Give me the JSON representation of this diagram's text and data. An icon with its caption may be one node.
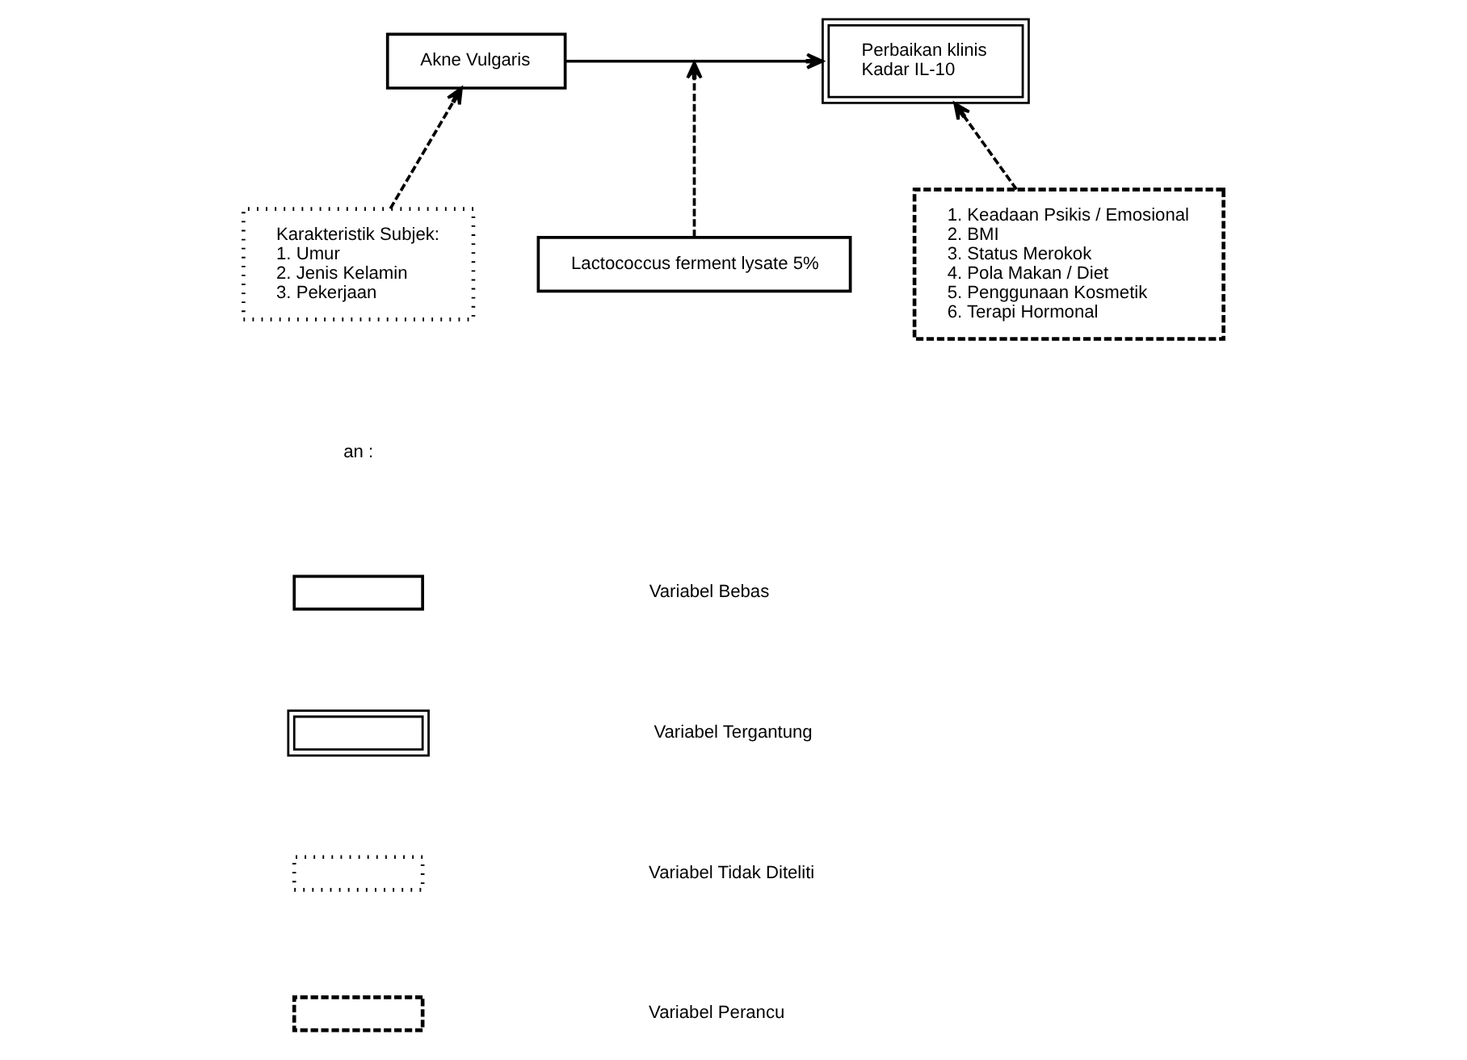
{
  "diagram": {
    "nodes": [
      {
        "text": [
          "Akne Vulgaris"
        ]
      },
      {
        "text": [
          "Perbaikan klinis",
          "Kadar IL-10"
        ]
      },
      {
        "text": [
          "Lactococcus ferment lysate 5%"
        ]
      },
      {
        "text": [
          "Karakteristik Subjek:",
          "1. Umur",
          "2. Jenis Kelamin",
          "3. Pekerjaan"
        ]
      },
      {
        "text": [
          "1. Keadaan Psikis / Emosional",
          "2. BMI",
          "3. Status Merokok",
          "4. Pola Makan / Diet",
          "5. Penggunaan Kosmetik",
          "6. Terapi Hormonal"
        ]
      },
      {
        "text": [],
        "shape": "box"
      },
      {
        "text": [],
        "shape": "box"
      },
      {
        "text": [],
        "shape": "box"
      },
      {
        "text": [],
        "shape": "box"
      }
    ],
    "edges": [
      {
        "from": 0,
        "to": 1,
        "arrow": "to"
      },
      {
        "from": 2,
        "to": null,
        "arrow": "to",
        "style": "dashed"
      },
      {
        "from": 3,
        "to": 0,
        "arrow": "to",
        "style": "dashed"
      },
      {
        "from": 4,
        "to": 1,
        "arrow": "to",
        "style": "dashed"
      }
    ],
    "labels": [
      "an :"
    ],
    "legend": [
      {
        "text": "Variabel Bebas"
      },
      {
        "text": "Variabel Tergantung"
      },
      {
        "text": "Variabel Tidak Diteliti"
      },
      {
        "text": "Variabel Perancu"
      }
    ]
  }
}
